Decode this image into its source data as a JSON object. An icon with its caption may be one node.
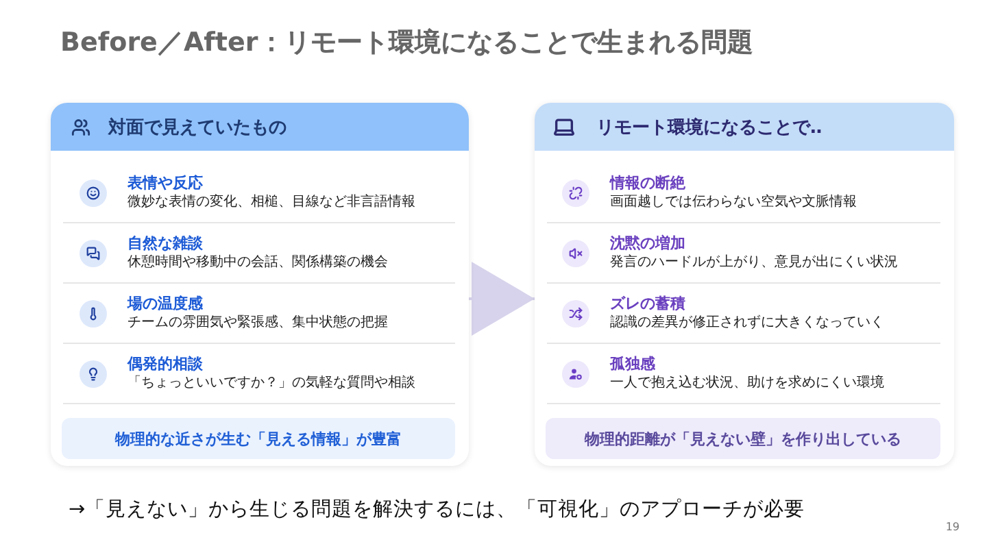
{
  "diagram": {
    "title": "Before／After：リモート環境になることで生まれる問題",
    "nodes": [
      {
        "text": [
          "対面で見えていたもの"
        ]
      },
      {
        "text": [
          "表情や反応",
          "微妙な表情の変化、相槌、目線など非言語情報"
        ],
        "in": 0
      },
      {
        "text": [
          "自然な雑談",
          "休憩時間や移動中の会話、関係構築の機会"
        ],
        "in": 0
      },
      {
        "text": [
          "場の温度感",
          "チームの雰囲気や緊張感、集中状態の把握"
        ],
        "in": 0
      },
      {
        "text": [
          "偶発的相談",
          "「ちょっといいですか？」の気軽な質問や相談"
        ],
        "in": 0
      },
      {
        "text": [
          "物理的な近さが生む「見える情報」が豊富"
        ],
        "in": 0
      },
      {
        "text": [
          "リモート環境になることで‥"
        ]
      },
      {
        "text": [
          "情報の断絶",
          "画面越しでは伝わらない空気や文脈情報"
        ],
        "in": 6
      },
      {
        "text": [
          "沈黙の増加",
          "発言のハードルが上がり、意見が出にくい状況"
        ],
        "in": 6
      },
      {
        "text": [
          "ズレの蓄積",
          "認識の差異が修正されずに大きくなっていく"
        ],
        "in": 6
      },
      {
        "text": [
          "孤独感",
          "一人で抱え込む状況、助けを求めにくい環境"
        ],
        "in": 6
      },
      {
        "text": [
          "物理的距離が「見えない壁」を作り出している"
        ],
        "in": 6
      }
    ],
    "edges": [
      {
        "from": 0,
        "to": 6,
        "arrow": "to"
      }
    ],
    "labels": [
      "→「見えない」から生じる問題を解決するには、「可視化」のアプローチが必要",
      "19"
    ]
  }
}
